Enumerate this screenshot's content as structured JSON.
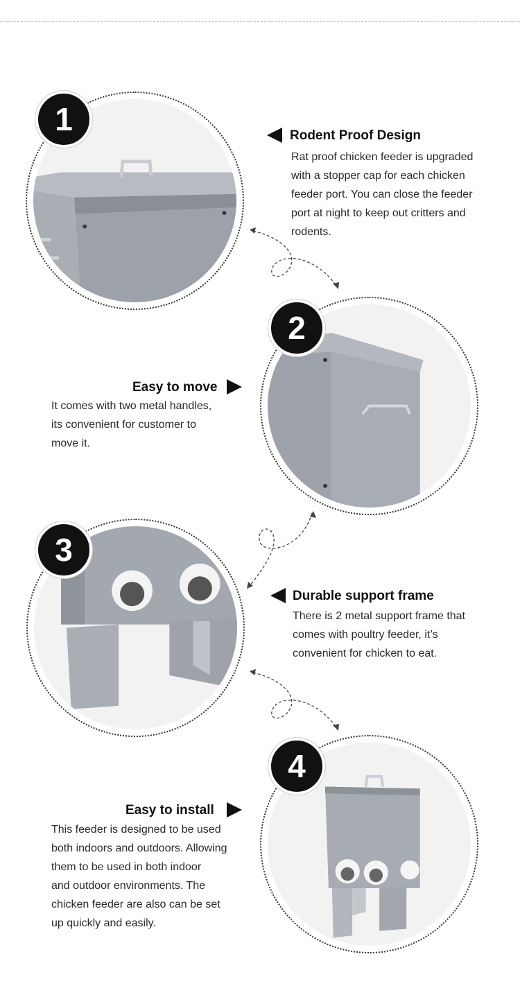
{
  "features": [
    {
      "number": "1",
      "heading": "Rodent Proof Design",
      "description_lines": [
        "Rat proof chicken feeder is upgraded",
        "with a stopper cap for each chicken",
        "feeder port. You can close the feeder",
        "port at night to keep out critters and",
        "rodents."
      ],
      "image": "feeder-lid-closeup"
    },
    {
      "number": "2",
      "heading": "Easy to move",
      "description_lines": [
        "It comes with two metal handles,",
        "its convenient for customer to",
        "move it."
      ],
      "image": "feeder-side-handle"
    },
    {
      "number": "3",
      "heading": "Durable support frame",
      "description_lines": [
        "There is 2 metal support frame that",
        "comes with poultry feeder, it’s",
        "convenient for chicken to eat."
      ],
      "image": "feeder-support-frame"
    },
    {
      "number": "4",
      "heading": "Easy to install",
      "description_lines": [
        "This feeder is designed to be used",
        "both indoors and outdoors. Allowing",
        "them to be used in both indoor",
        "and outdoor environments. The",
        "chicken feeder are also can be set",
        "up quickly and easily."
      ],
      "image": "feeder-full-view"
    }
  ],
  "colors": {
    "text": "#222222",
    "badge": "#111111",
    "metal": "#9a9ea6"
  }
}
